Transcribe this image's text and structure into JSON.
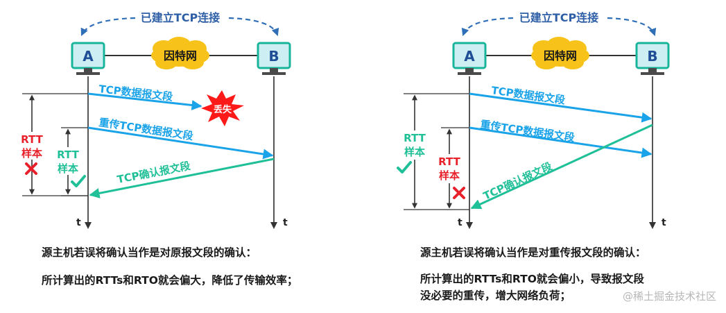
{
  "panels": [
    {
      "established_label": "已建立TCP连接",
      "host_a": "A",
      "host_b": "B",
      "network_label": "因特网",
      "msg_segment": "TCP数据报文段",
      "msg_lost": "丢失",
      "msg_retransmit": "重传TCP数据报文段",
      "msg_ack": "TCP确认报文段",
      "rtt_outer": [
        "RTT",
        "样本"
      ],
      "rtt_inner": [
        "RTT",
        "样本"
      ],
      "time_a": "t",
      "time_b": "t",
      "caption_title": "源主机若误将确认当作是对原报文段的确认：",
      "caption_lines": [
        "所计算出的RTTs和RTO就会偏大，降低了传输效率；"
      ]
    },
    {
      "established_label": "已建立TCP连接",
      "host_a": "A",
      "host_b": "B",
      "network_label": "因特网",
      "msg_segment": "TCP数据报文段",
      "msg_retransmit": "重传TCP数据报文段",
      "msg_ack": "TCP确认报文段",
      "rtt_outer": [
        "RTT",
        "样本"
      ],
      "rtt_inner": [
        "RTT",
        "样本"
      ],
      "time_a": "t",
      "time_b": "t",
      "caption_title": "源主机若误将确认当作是对重传报文段的确认：",
      "caption_lines": [
        "所计算出的RTTs和RTO就会偏小，导致报文段",
        "没必要的重传，增大网络负荷；"
      ]
    }
  ],
  "watermark": "@稀土掘金技术社区",
  "colors": {
    "segment_arrow": "#1aa3e8",
    "ack_arrow": "#1fbf97",
    "rtt_wrong": "#e8202a",
    "rtt_right": "#1fbf97",
    "host_border": "#18b49a",
    "host_fill": "#cdeff3",
    "host_letter": "#1f4e96",
    "cloud_fill": "#f7c21a",
    "title_dash": "#2f6fb8"
  }
}
